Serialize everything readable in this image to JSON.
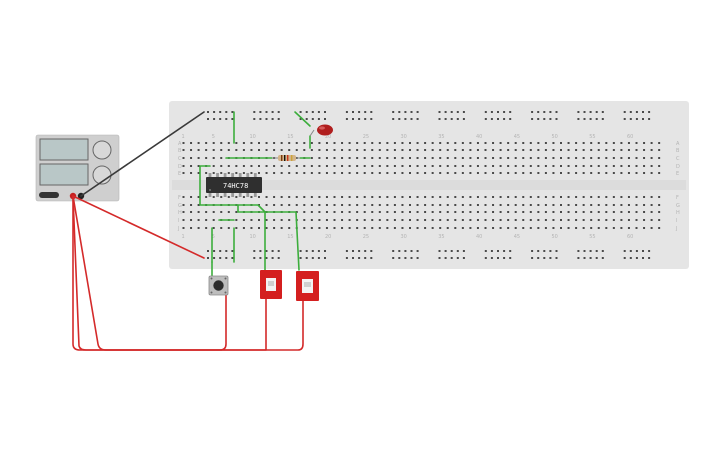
{
  "canvas": {
    "background": "#ffffff"
  },
  "breadboard": {
    "body_color": "#e5e5e5",
    "hole_color": "#4a4a4a",
    "column_numbers": [
      "1",
      "5",
      "10",
      "15",
      "20",
      "25",
      "30",
      "35",
      "40",
      "45",
      "50",
      "55",
      "60"
    ],
    "row_letters_top": [
      "A",
      "B",
      "C",
      "D",
      "E"
    ],
    "row_letters_bottom": [
      "F",
      "G",
      "H",
      "I",
      "J"
    ]
  },
  "chip": {
    "label": "74HC78",
    "color": "#2f2f2f"
  },
  "power_supply": {
    "body_color": "#cfcfcf",
    "display_color": "#b9c7c7"
  },
  "components": {
    "led": {
      "color": "#b01e1e"
    },
    "resistor": {
      "color": "#d4b58a"
    },
    "pushbutton": {
      "color": "#bdbdbd"
    },
    "switch_color": "#d41f1f"
  },
  "wires": {
    "red": "#d42a2a",
    "black": "#3a3a3a",
    "green": "#3cae3c"
  }
}
